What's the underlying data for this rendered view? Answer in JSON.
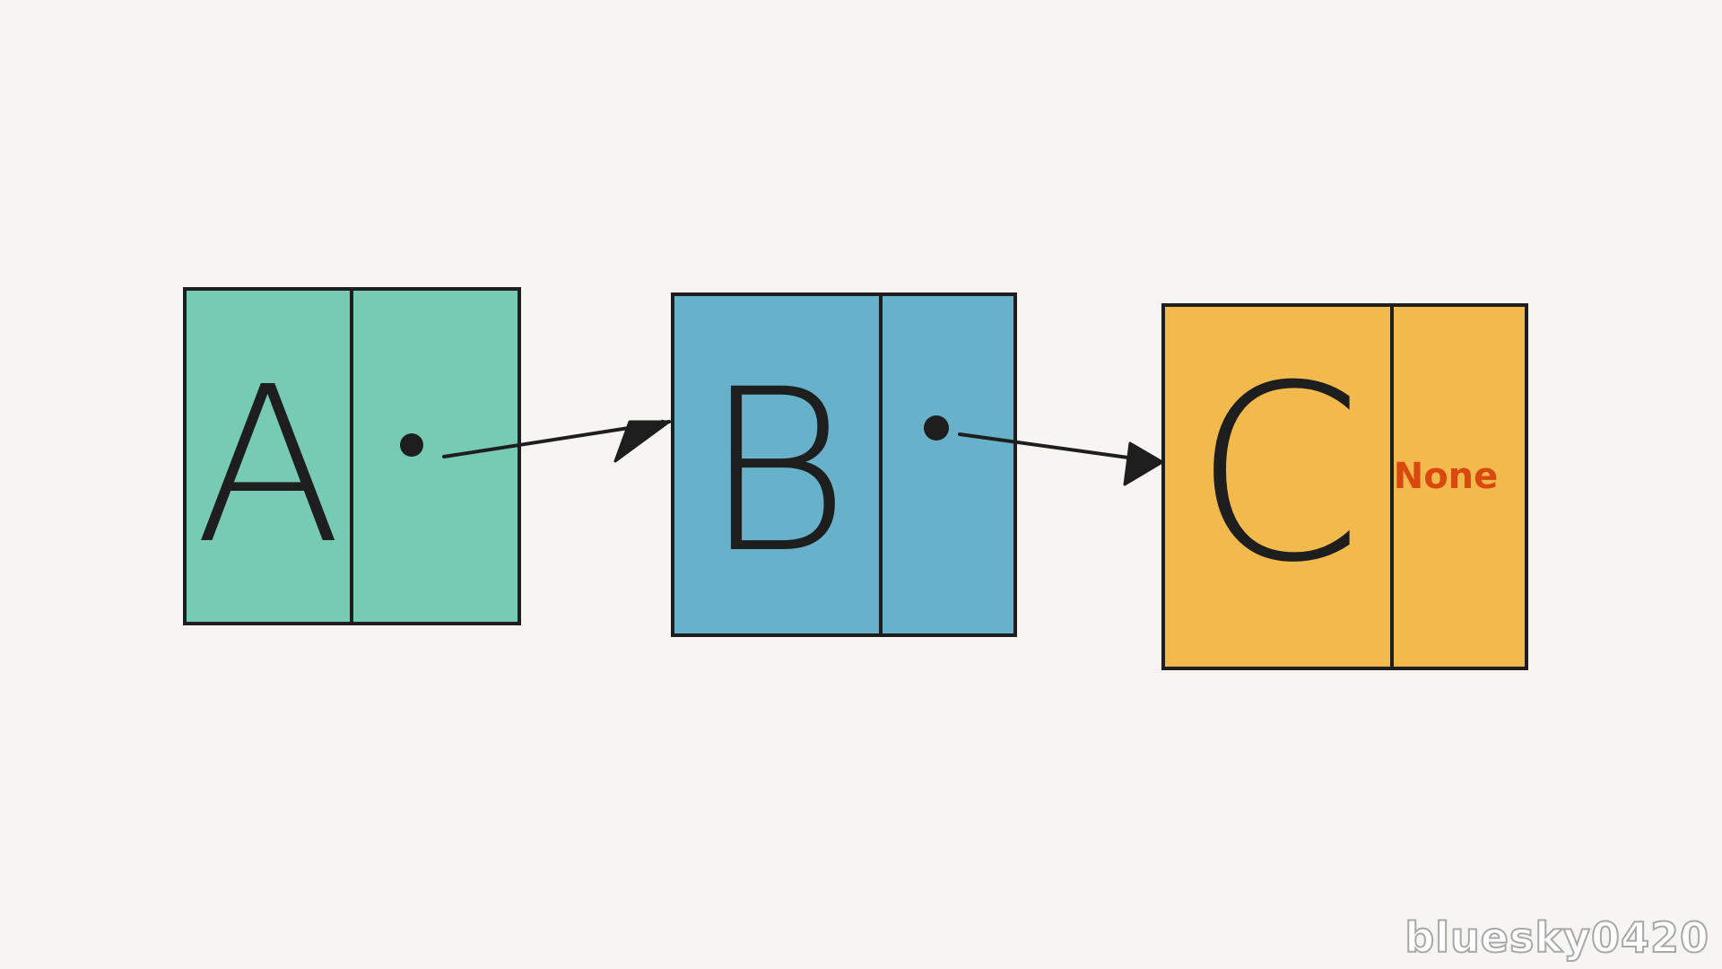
{
  "nodes": [
    {
      "id": "A",
      "value": "A",
      "pointer": "dot",
      "color": "#77cab4"
    },
    {
      "id": "B",
      "value": "B",
      "pointer": "dot",
      "color": "#67b1ca"
    },
    {
      "id": "C",
      "value": "C",
      "pointer": "None",
      "color": "#f2ba4c"
    }
  ],
  "colors": {
    "background": "#f6f5f1",
    "stroke": "#1e1e1e",
    "null_text": "#d9480f"
  },
  "watermark": "bluesky0420"
}
